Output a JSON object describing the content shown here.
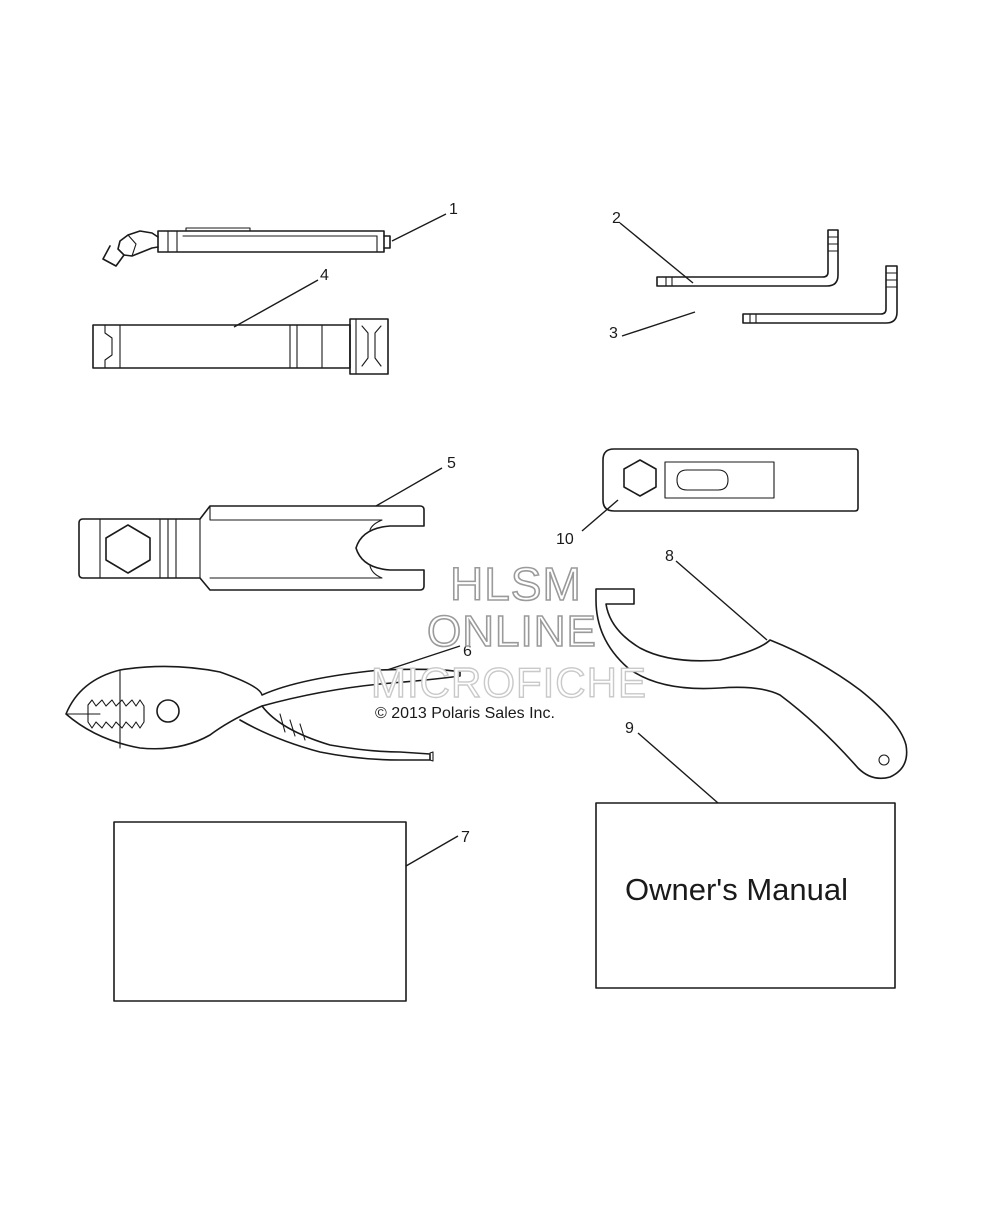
{
  "callouts": [
    "1",
    "2",
    "3",
    "4",
    "5",
    "6",
    "7",
    "8",
    "9",
    "10"
  ],
  "watermark": {
    "line1": "HLSM",
    "line2": "ONLINE",
    "line3": "MICROFICHE"
  },
  "copyright": "© 2013 Polaris Sales Inc.",
  "manual_label": "Owner's Manual"
}
